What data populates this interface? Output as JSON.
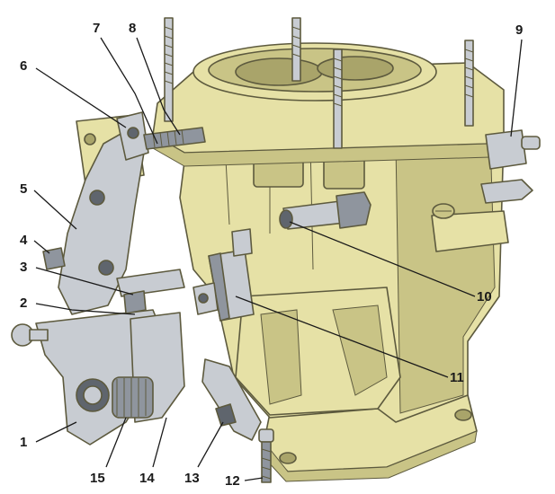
{
  "diagram": {
    "colors": {
      "body": "#e6e1a6",
      "body_shade": "#c9c486",
      "body_dark": "#a9a46a",
      "metal": "#c8ccd2",
      "metal_shade": "#8f959e",
      "metal_dark": "#5f656d",
      "outline": "#5d5a3e",
      "label": "#1a1a1a"
    },
    "callouts": [
      {
        "id": "1",
        "label": "1"
      },
      {
        "id": "2",
        "label": "2"
      },
      {
        "id": "3",
        "label": "3"
      },
      {
        "id": "4",
        "label": "4"
      },
      {
        "id": "5",
        "label": "5"
      },
      {
        "id": "6",
        "label": "6"
      },
      {
        "id": "7",
        "label": "7"
      },
      {
        "id": "8",
        "label": "8"
      },
      {
        "id": "9",
        "label": "9"
      },
      {
        "id": "10",
        "label": "10"
      },
      {
        "id": "11",
        "label": "11"
      },
      {
        "id": "12",
        "label": "12"
      },
      {
        "id": "13",
        "label": "13"
      },
      {
        "id": "14",
        "label": "14"
      },
      {
        "id": "15",
        "label": "15"
      }
    ]
  }
}
